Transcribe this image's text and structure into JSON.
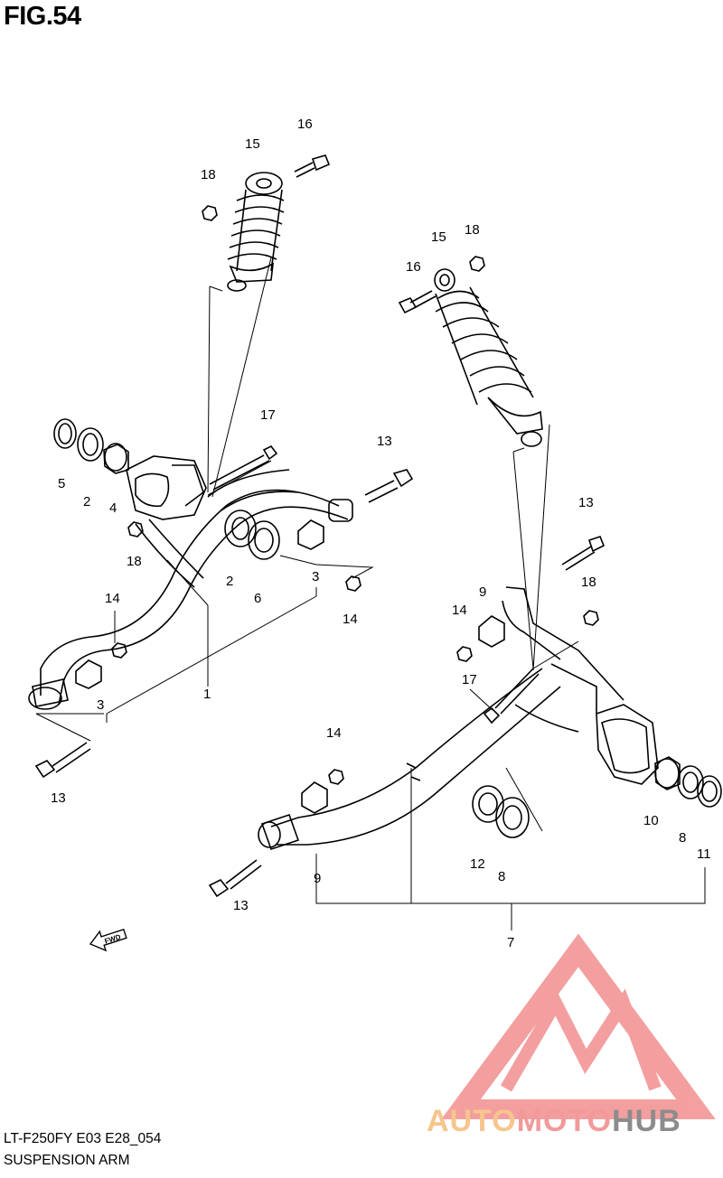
{
  "figure": {
    "title": "FIG.54"
  },
  "footer": {
    "model_code": "LT-F250FY E03 E28_054",
    "figure_name": "SUSPENSION ARM"
  },
  "watermark": {
    "brand_part1": "AUTO",
    "brand_part2": "MOTO",
    "brand_part3": "HUB",
    "icon": "triangle-m-logo-icon"
  },
  "fwd_arrow": {
    "label": "FWD",
    "icon": "fwd-arrow-icon"
  },
  "callouts": {
    "c1": "1",
    "c2a": "2",
    "c2b": "2",
    "c3a": "3",
    "c3b": "3",
    "c4": "4",
    "c5": "5",
    "c6": "6",
    "c7": "7",
    "c8a": "8",
    "c8b": "8",
    "c9a": "9",
    "c9b": "9",
    "c10": "10",
    "c11": "11",
    "c12": "12",
    "c13a": "13",
    "c13b": "13",
    "c13c": "13",
    "c13d": "13",
    "c14a": "14",
    "c14b": "14",
    "c14c": "14",
    "c14d": "14",
    "c15a": "15",
    "c15b": "15",
    "c16a": "16",
    "c16b": "16",
    "c17a": "17",
    "c17b": "17",
    "c18a": "18",
    "c18b": "18",
    "c18c": "18",
    "c18d": "18"
  },
  "colors": {
    "line": "#000000",
    "watermark_red": "#f28f8f",
    "watermark_orange": "#f6c58c",
    "watermark_gray": "#8c8c8c"
  }
}
